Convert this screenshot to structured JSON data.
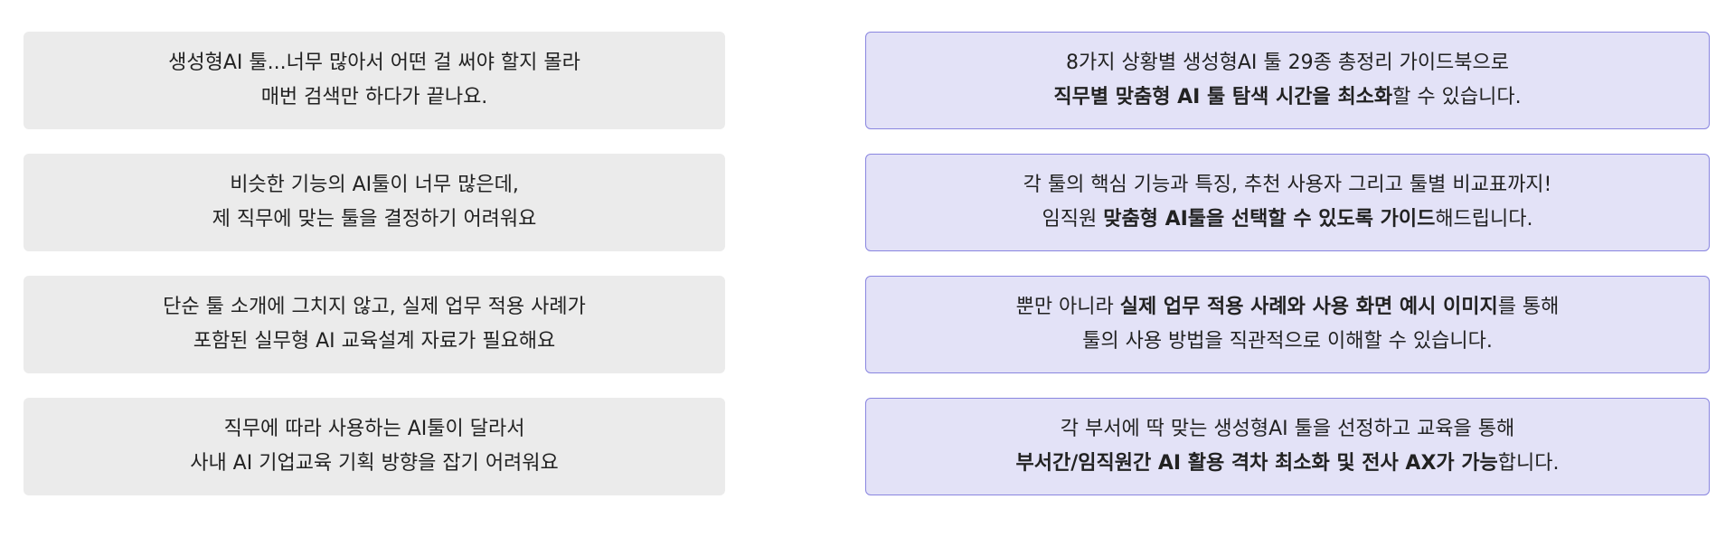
{
  "problems": [
    {
      "line1": "생성형AI 툴...너무 많아서 어떤 걸 써야 할지 몰라",
      "line2": "매번 검색만 하다가 끝나요."
    },
    {
      "line1": "비슷한 기능의 AI툴이 너무 많은데,",
      "line2": "제 직무에 맞는 툴을 결정하기 어려워요"
    },
    {
      "line1": "단순 툴 소개에 그치지 않고, 실제 업무 적용 사례가",
      "line2": "포함된 실무형 AI 교육설계 자료가 필요해요"
    },
    {
      "line1": "직무에 따라 사용하는 AI툴이 달라서",
      "line2": "사내 AI 기업교육 기획 방향을 잡기 어려워요"
    }
  ],
  "solutions": [
    {
      "line1": "8가지 상황별 생성형AI 툴 29종 총정리 가이드북으로",
      "line2_pre": "",
      "line2_bold": "직무별 맞춤형 AI 툴 탐색 시간을 최소화",
      "line2_post": "할 수 있습니다."
    },
    {
      "line1": "각 툴의 핵심 기능과 특징, 추천 사용자 그리고 툴별 비교표까지!",
      "line2_pre": "임직원 ",
      "line2_bold": "맞춤형 AI툴을 선택할 수 있도록 가이드",
      "line2_post": "해드립니다."
    },
    {
      "line1_pre": "뿐만 아니라 ",
      "line1_bold": "실제 업무 적용 사례와 사용 화면 예시 이미지",
      "line1_post": "를 통해",
      "line2": "툴의 사용 방법을 직관적으로 이해할 수 있습니다."
    },
    {
      "line1": "각 부서에 딱 맞는 생성형AI 툴을 선정하고 교육을 통해",
      "line2_pre": "",
      "line2_bold": "부서간/임직원간 AI 활용 격차 최소화 및 전사 AX가 가능",
      "line2_post": "합니다."
    }
  ]
}
